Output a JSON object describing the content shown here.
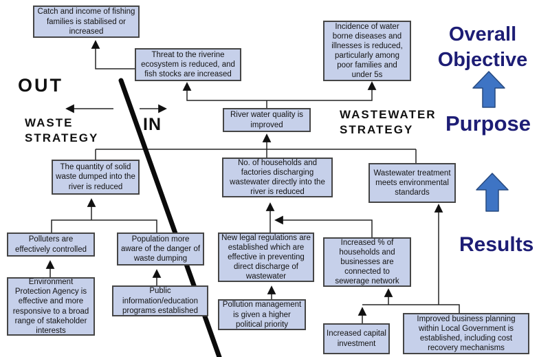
{
  "colors": {
    "node_fill": "#c6d0ea",
    "node_border": "#454545",
    "line": "#242424",
    "navy": "#1d1d75",
    "arrow_blue": "#3e74c4",
    "arrow_blue_border": "#27497f"
  },
  "sections": {
    "out": "OUT",
    "in": "IN",
    "waste_strategy": "WASTE\nSTRATEGY",
    "wastewater_strategy": "WASTEWATER\nSTRATEGY"
  },
  "levels": {
    "overall_objective": "Overall\nObjective",
    "purpose": "Purpose",
    "results": "Results"
  },
  "nodes": {
    "catch_income": {
      "text": "Catch and income of fishing families is stabilised or increased"
    },
    "threat_riverine": {
      "text": "Threat to the riverine ecosystem is reduced, and fish stocks are increased"
    },
    "incidence_disease": {
      "text": "Incidence of water borne diseases and illnesses is reduced, particularly among poor families and under 5s"
    },
    "river_quality": {
      "text": "River water quality is improved"
    },
    "solid_waste": {
      "text": "The quantity of solid waste dumped into the river is reduced"
    },
    "households_discharge": {
      "text": "No. of households and factories discharging wastewater directly into the river is reduced"
    },
    "wastewater_treatment": {
      "text": "Wastewater treatment meets environmental standards"
    },
    "polluters_controlled": {
      "text": "Polluters are effectively controlled"
    },
    "population_aware": {
      "text": "Population more aware of the danger of waste dumping"
    },
    "new_legal_regulations": {
      "text": "New legal regulations are established which are effective in preventing direct discharge of wastewater"
    },
    "increased_connection": {
      "text": "Increased % of households and businesses are connected to sewerage network"
    },
    "epa_effective": {
      "text": "Environment Protection Agency is effective and more responsive to a broad range of stakeholder interests"
    },
    "public_info": {
      "text": "Public information/education programs established"
    },
    "pollution_priority": {
      "text": "Pollution management is given a higher political priority"
    },
    "capital_investment": {
      "text": "Increased capital investment"
    },
    "business_planning": {
      "text": "Improved business planning within Local Government is established, including cost recovery mechanisms"
    }
  }
}
